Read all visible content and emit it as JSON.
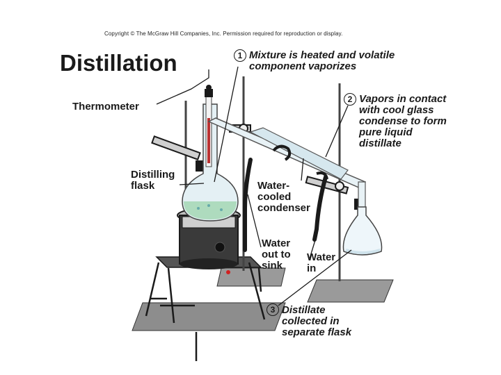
{
  "copyright": "Copyright © The McGraw Hill Companies, Inc. Permission required for reproduction or display.",
  "title": "Distillation",
  "labels": {
    "thermometer": "Thermometer",
    "distilling_flask": [
      "Distilling",
      "flask"
    ],
    "condenser": [
      "Water-",
      "cooled",
      "condenser"
    ],
    "water_out": [
      "Water",
      "out to",
      "sink"
    ],
    "water_in": [
      "Water",
      "in"
    ]
  },
  "steps": [
    {
      "number": "1",
      "lines": [
        "Mixture is heated and volatile",
        "component vaporizes"
      ]
    },
    {
      "number": "2",
      "lines": [
        "Vapors in contact",
        "with cool glass",
        "condense to form",
        "pure liquid",
        "distillate"
      ]
    },
    {
      "number": "3",
      "lines": [
        "Distillate",
        "collected in",
        "separate flask"
      ]
    }
  ],
  "colors": {
    "ink": "#1a1a1a",
    "glass": "#cfe3ec",
    "liquid": "#a7d8b8",
    "heater": "#3a3a3a",
    "plate": "#8a8a8a",
    "indicator": "#d22020"
  }
}
